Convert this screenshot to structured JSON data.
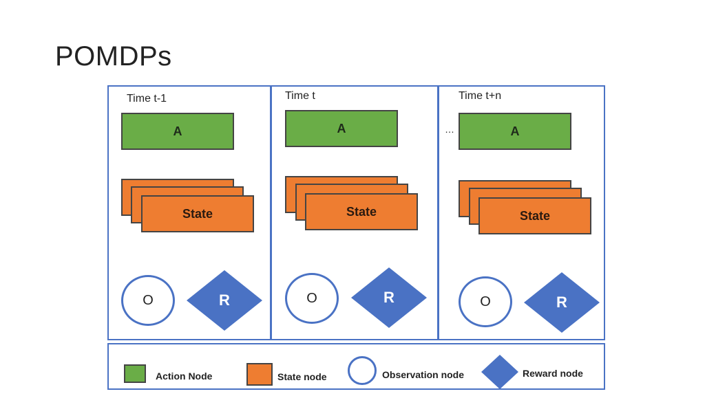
{
  "title": "POMDPs",
  "columns": [
    {
      "time_label": "Time t-1",
      "action_label": "A",
      "state_label": "State",
      "obs_label": "O",
      "reward_label": "R"
    },
    {
      "time_label": "Time t",
      "action_label": "A",
      "state_label": "State",
      "obs_label": "O",
      "reward_label": "R"
    },
    {
      "time_label": "Time t+n",
      "action_label": "A",
      "state_label": "State",
      "obs_label": "O",
      "reward_label": "R"
    }
  ],
  "ellipsis": "…",
  "legend": {
    "action": "Action Node",
    "state": "State node",
    "observation": "Observation node",
    "reward": "Reward node"
  },
  "colors": {
    "action": "#6aad47",
    "state": "#ee7d31",
    "frame": "#4a72c4",
    "reward": "#4a72c4"
  }
}
